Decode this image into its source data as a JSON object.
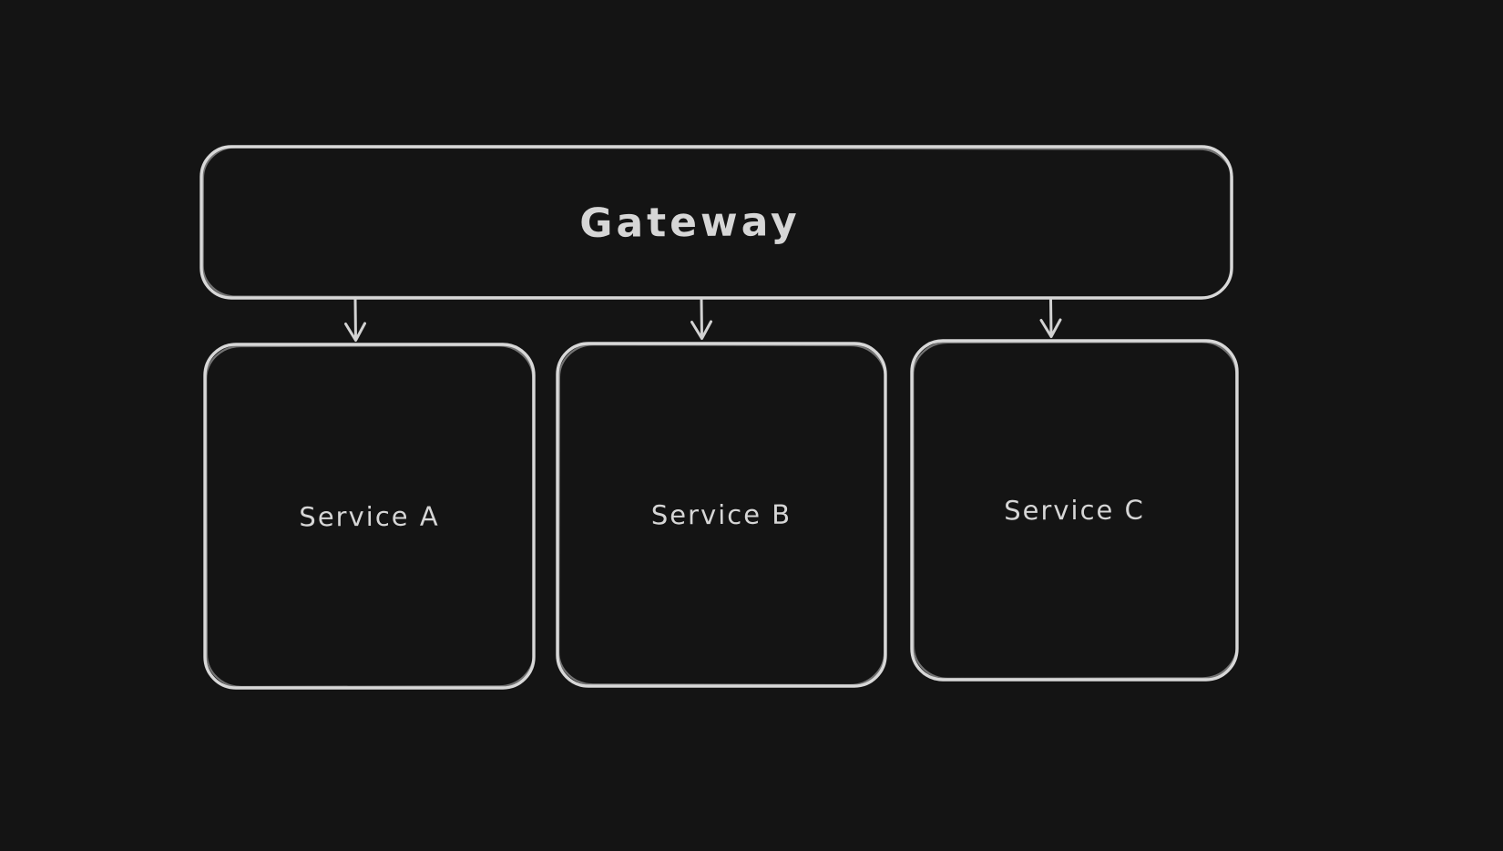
{
  "canvas": {
    "background_color": "#141414"
  },
  "diagram": {
    "style": {
      "stroke_color": "#d8d8d8",
      "text_color": "#d6d6d6"
    },
    "nodes": [
      {
        "id": "gateway",
        "label": "Gateway",
        "shape": "rounded-rectangle"
      },
      {
        "id": "service-a",
        "label": "Service A",
        "shape": "rounded-rectangle"
      },
      {
        "id": "service-b",
        "label": "Service B",
        "shape": "rounded-rectangle"
      },
      {
        "id": "service-c",
        "label": "Service C",
        "shape": "rounded-rectangle"
      }
    ],
    "edges": [
      {
        "from": "gateway",
        "to": "service-a",
        "type": "arrow",
        "direction": "down"
      },
      {
        "from": "gateway",
        "to": "service-b",
        "type": "arrow",
        "direction": "down"
      },
      {
        "from": "gateway",
        "to": "service-c",
        "type": "arrow",
        "direction": "down"
      }
    ]
  }
}
